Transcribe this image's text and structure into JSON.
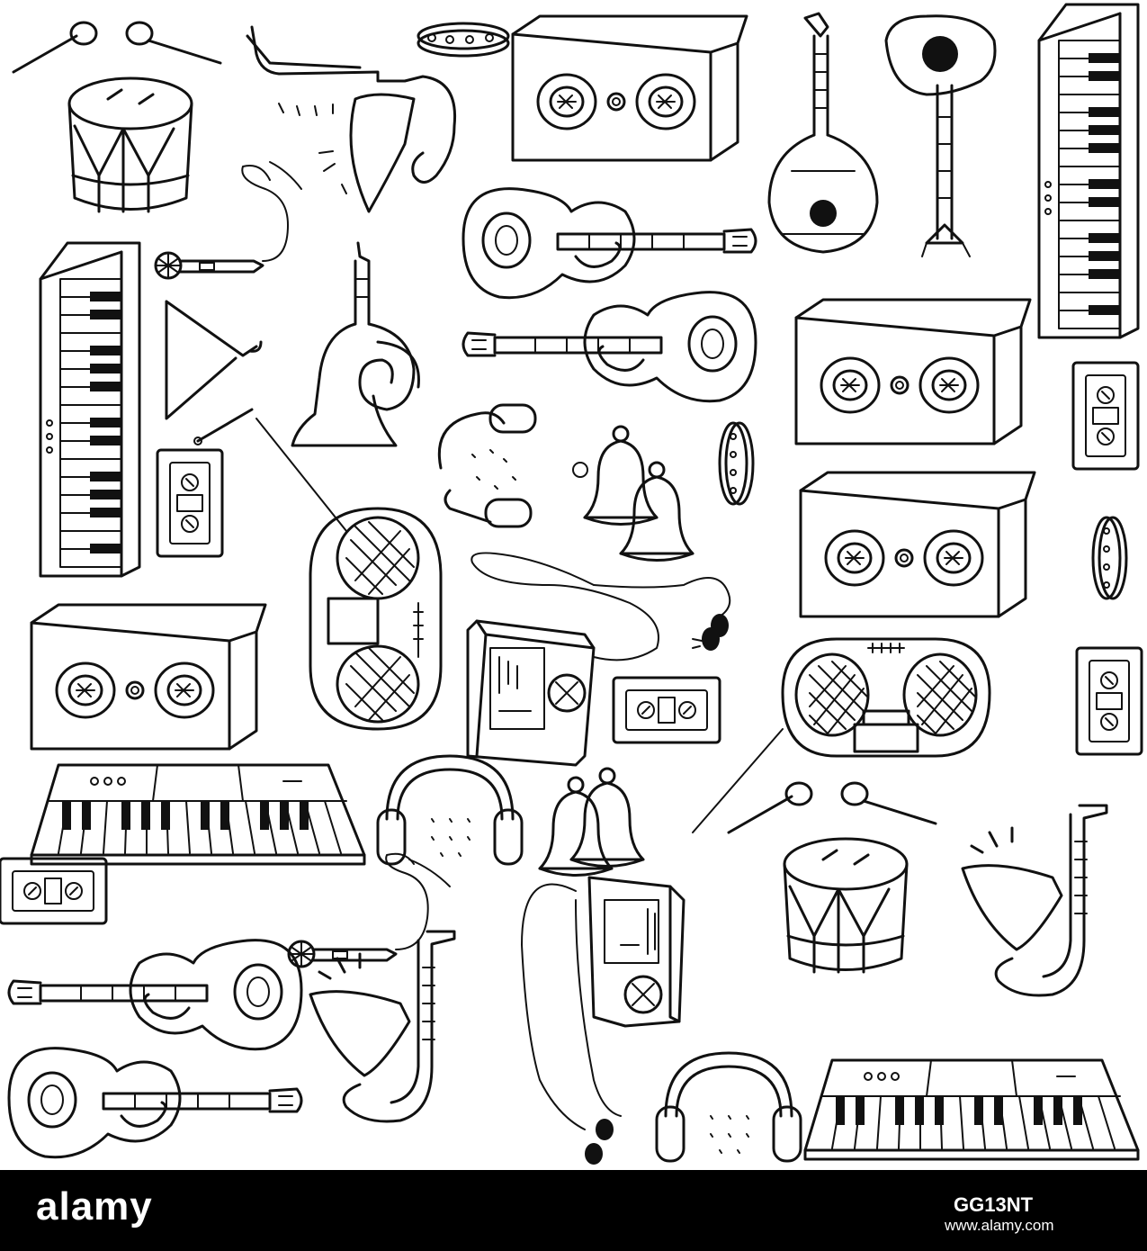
{
  "illustration": {
    "style": "hand-drawn black line doodles on white",
    "colors": {
      "ink": "#111111",
      "background": "#ffffff",
      "bar": "#000000",
      "bar_text": "#ffffff"
    },
    "items": [
      "drum-icon",
      "saxophone-icon",
      "tambourine-icon",
      "speaker-icon",
      "mandolin-icon",
      "sitar-icon",
      "keyboard-icon",
      "microphone-icon",
      "guitar-icon",
      "triangle-icon",
      "trumpet-icon",
      "cassette-icon",
      "headphones-icon",
      "bell-icon",
      "radio-icon",
      "earphones-icon",
      "mp3-player-icon"
    ]
  },
  "watermark": {
    "brand": "alamy",
    "image_id": "GG13NT",
    "url": "www.alamy.com"
  }
}
